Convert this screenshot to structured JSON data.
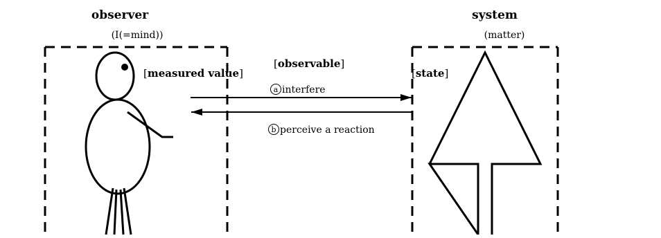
{
  "observer": {
    "title": "observer",
    "subtitle": "(I(=mind))",
    "measured_value": {
      "open": "[",
      "word": "measured value",
      "close": "]"
    }
  },
  "system": {
    "title": "system",
    "subtitle": "(matter)",
    "state": {
      "open": "[",
      "word": "state",
      "close": "]"
    }
  },
  "observable": {
    "open": "[",
    "word": "observable",
    "close": "]"
  },
  "arrows": {
    "interfere": {
      "marker": "a",
      "text": "interfere"
    },
    "reaction": {
      "marker": "b",
      "text": "perceive a reaction"
    }
  }
}
